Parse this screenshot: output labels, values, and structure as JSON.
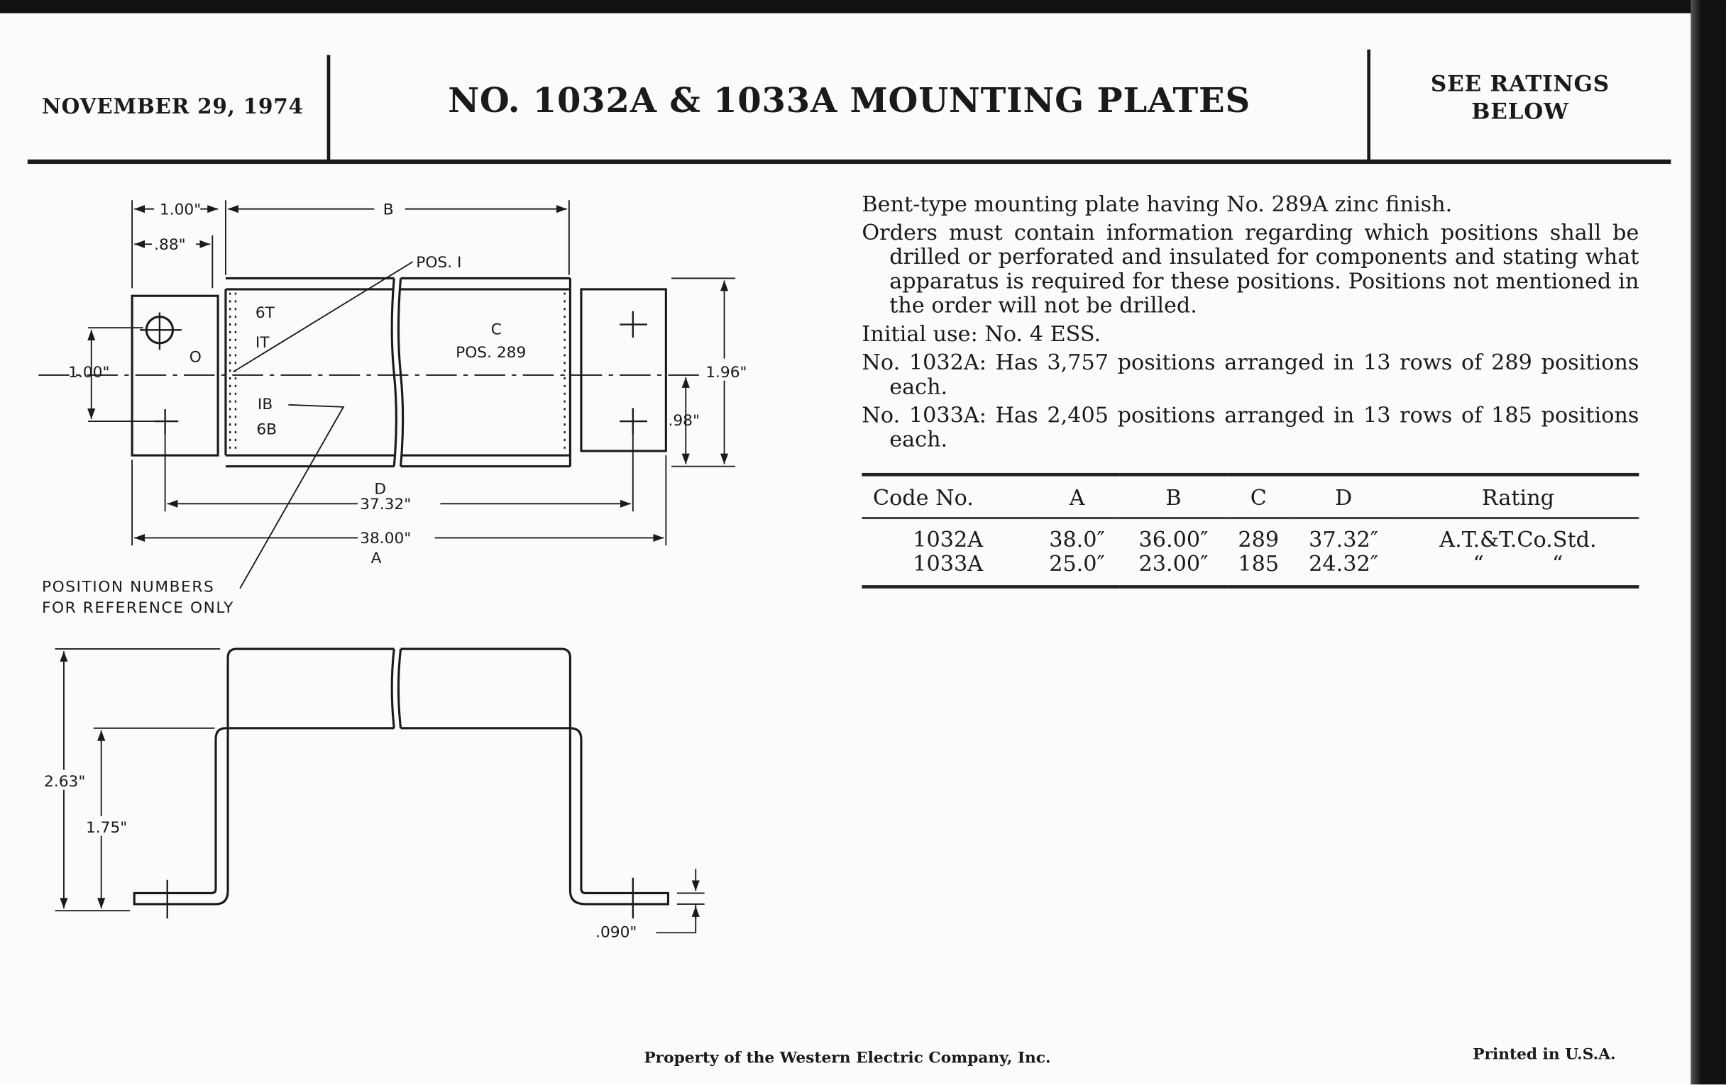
{
  "header": {
    "date": "NOVEMBER 29, 1974",
    "title": "NO. 1032A & 1033A MOUNTING PLATES",
    "ratings_line1": "SEE RATINGS",
    "ratings_line2": "BELOW"
  },
  "description": [
    "Bent-type mounting plate having No. 289A zinc finish.",
    "Orders must contain information regarding which positions shall be drilled or perforated and insulated for components and stating what apparatus is required for these positions. Positions not mentioned in the order will not be drilled.",
    "Initial use:  No. 4 ESS.",
    "No. 1032A:  Has 3,757 positions arranged in 13 rows of 289 positions each.",
    "No. 1033A:  Has 2,405 positions arranged in 13 rows of 185 positions each."
  ],
  "table": {
    "headers": [
      "Code No.",
      "A",
      "B",
      "C",
      "D",
      "Rating"
    ],
    "rows": [
      [
        "1032A",
        "38.0″",
        "36.00″",
        "289",
        "37.32″",
        "A.T.&T.Co.Std."
      ],
      [
        "1033A",
        "25.0″",
        "23.00″",
        "185",
        "24.32″",
        "“          “"
      ]
    ]
  },
  "drawing": {
    "dim_100_top": "1.00\"",
    "dim_88": ".88\"",
    "dim_b": "B",
    "pos1": "POS. I",
    "lbl_6t": "6T",
    "lbl_1t": "IT",
    "lbl_0": "O",
    "lbl_1b": "IB",
    "lbl_6b": "6B",
    "lbl_c": "C",
    "pos289": "POS. 289",
    "dim_100_left": "1.00\"",
    "dim_196": "1.96\"",
    "dim_98": ".98\"",
    "dim_d": "D",
    "dim_3732": "37.32\"",
    "dim_3800": "38.00\"",
    "dim_a": "A",
    "note1": "POSITION NUMBERS",
    "note2": "FOR REFERENCE ONLY",
    "dim_263": "2.63\"",
    "dim_175": "1.75\"",
    "dim_090": ".090\""
  },
  "footer": {
    "property": "Property of the Western Electric Company, Inc.",
    "printed": "Printed in U.S.A."
  }
}
